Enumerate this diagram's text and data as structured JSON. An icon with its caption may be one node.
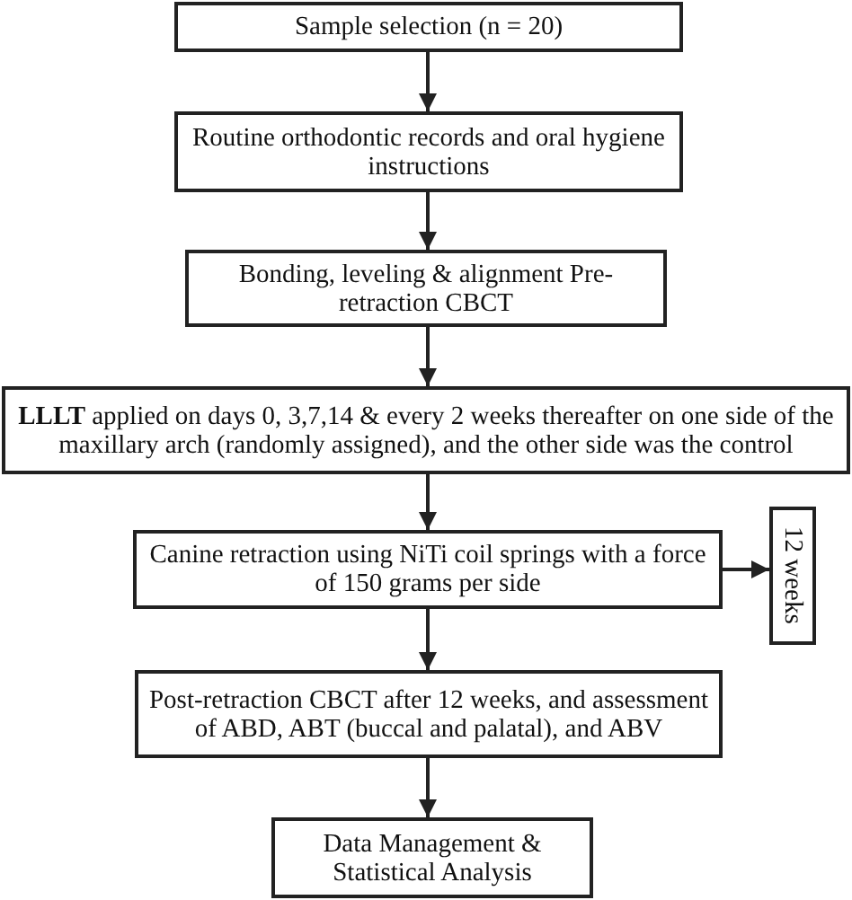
{
  "diagram": {
    "nodes": [
      {
        "text": [
          "Sample selection (n = 20)"
        ]
      },
      {
        "text": [
          "Routine orthodontic records and oral hygiene instructions"
        ]
      },
      {
        "text": [
          "Bonding, leveling & alignment Pre-retraction CBCT"
        ]
      },
      {
        "text": [
          "**LLLT** applied on days 0, 3,7,14 & every 2 weeks thereafter on one side of the maxillary arch (randomly assigned), and the other side was the control"
        ]
      },
      {
        "text": [
          "Canine retraction using NiTi coil springs with a force of 150 grams per side"
        ]
      },
      {
        "text": [
          "Post-retraction CBCT after 12 weeks, and assessment of ABD, ABT (buccal and palatal), and ABV"
        ]
      },
      {
        "text": [
          "Data Management & Statistical Analysis"
        ]
      },
      {
        "text": [
          "12 weeks"
        ]
      }
    ],
    "edges": [
      {
        "from": 0,
        "to": 1,
        "arrow": "to"
      },
      {
        "from": 1,
        "to": 2,
        "arrow": "to"
      },
      {
        "from": 2,
        "to": 3,
        "arrow": "to"
      },
      {
        "from": 3,
        "to": 4,
        "arrow": "to"
      },
      {
        "from": 4,
        "to": 5,
        "arrow": "to"
      },
      {
        "from": 5,
        "to": 6,
        "arrow": "to"
      },
      {
        "from": 4,
        "to": 7,
        "arrow": "to"
      }
    ]
  }
}
